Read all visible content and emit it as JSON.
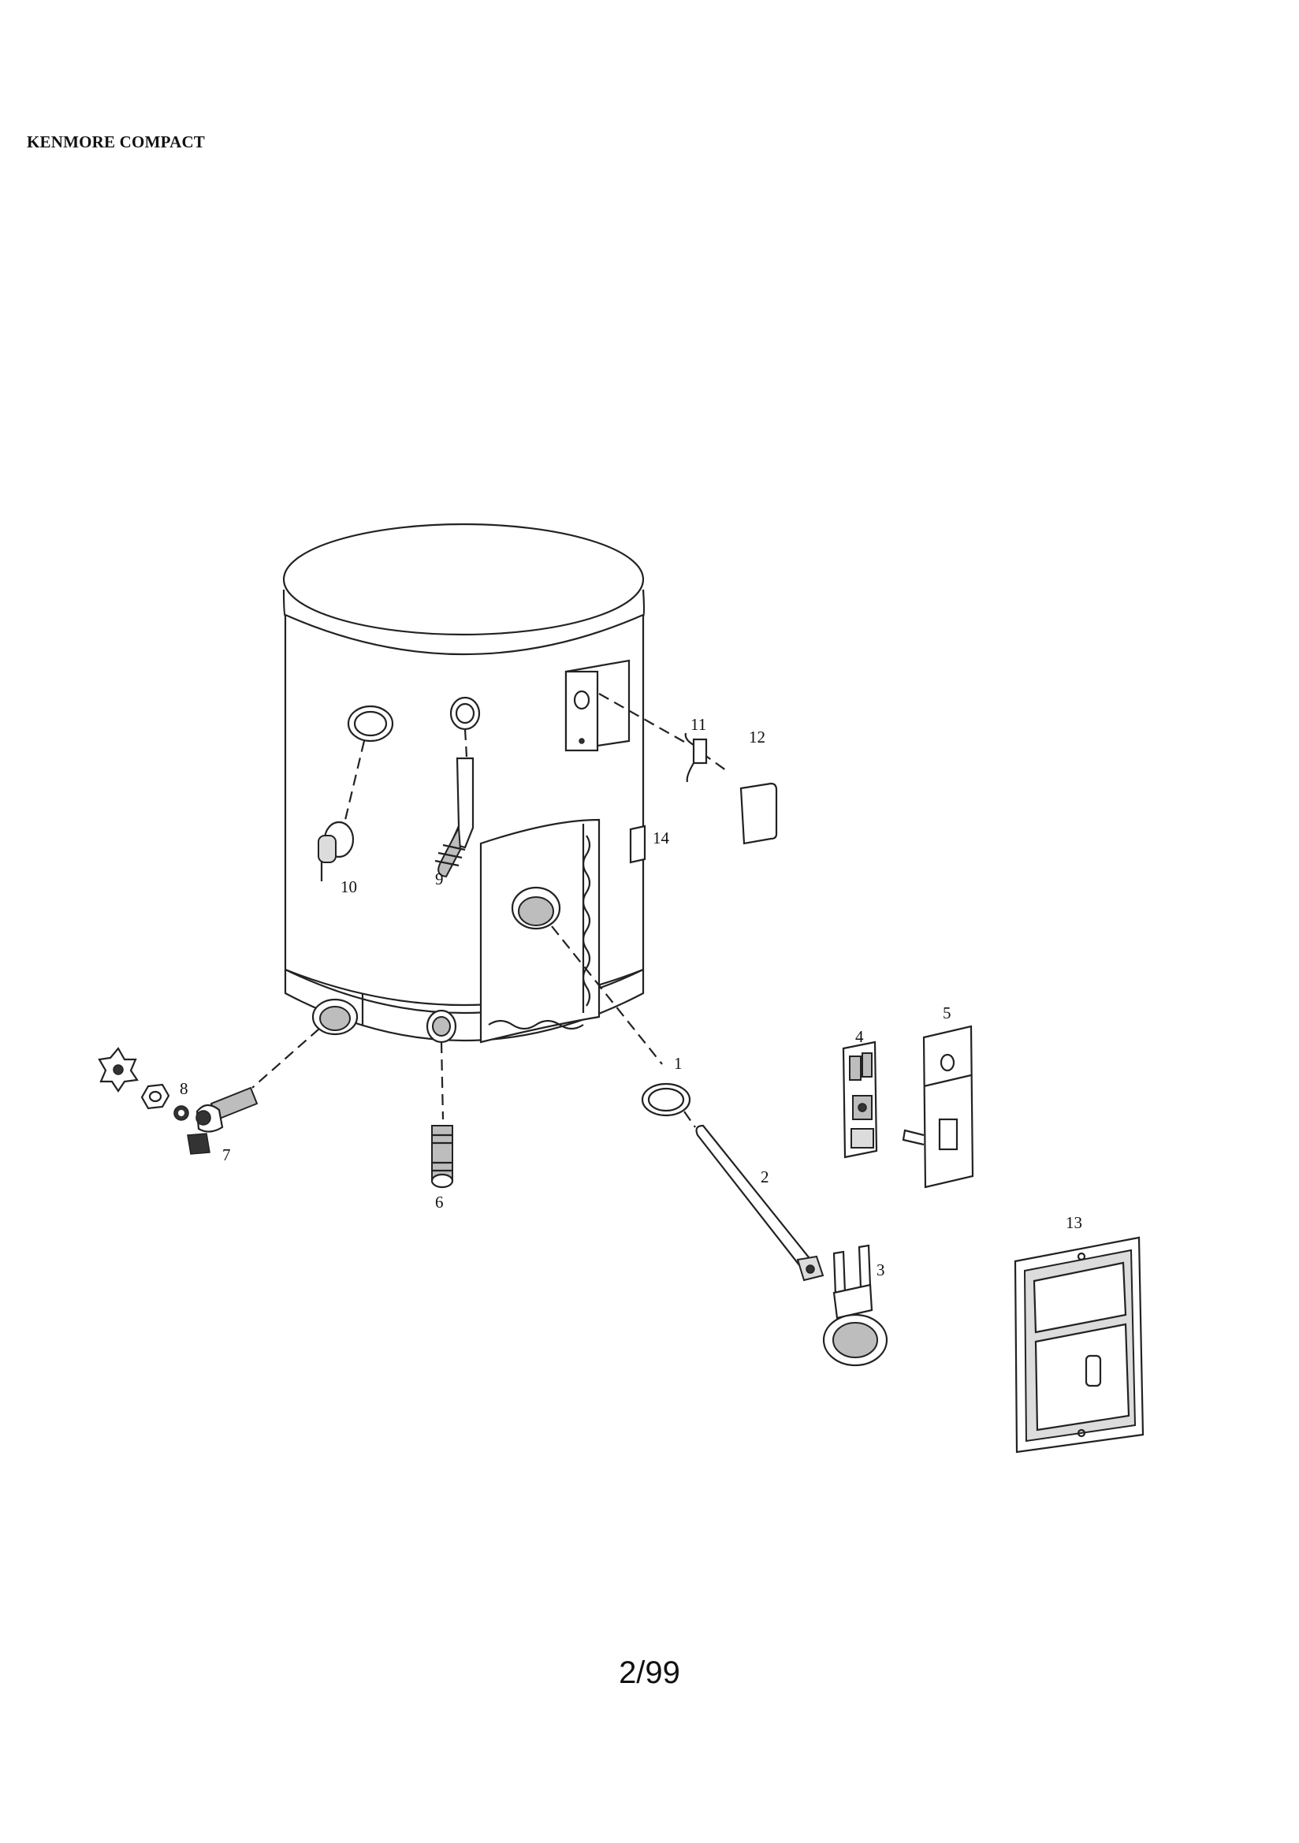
{
  "header": {
    "title": "KENMORE COMPACT"
  },
  "footer": {
    "page": "2/99"
  },
  "part_labels": [
    "1",
    "2",
    "3",
    "4",
    "5",
    "6",
    "7",
    "8",
    "9",
    "10",
    "11",
    "12",
    "13",
    "14"
  ]
}
